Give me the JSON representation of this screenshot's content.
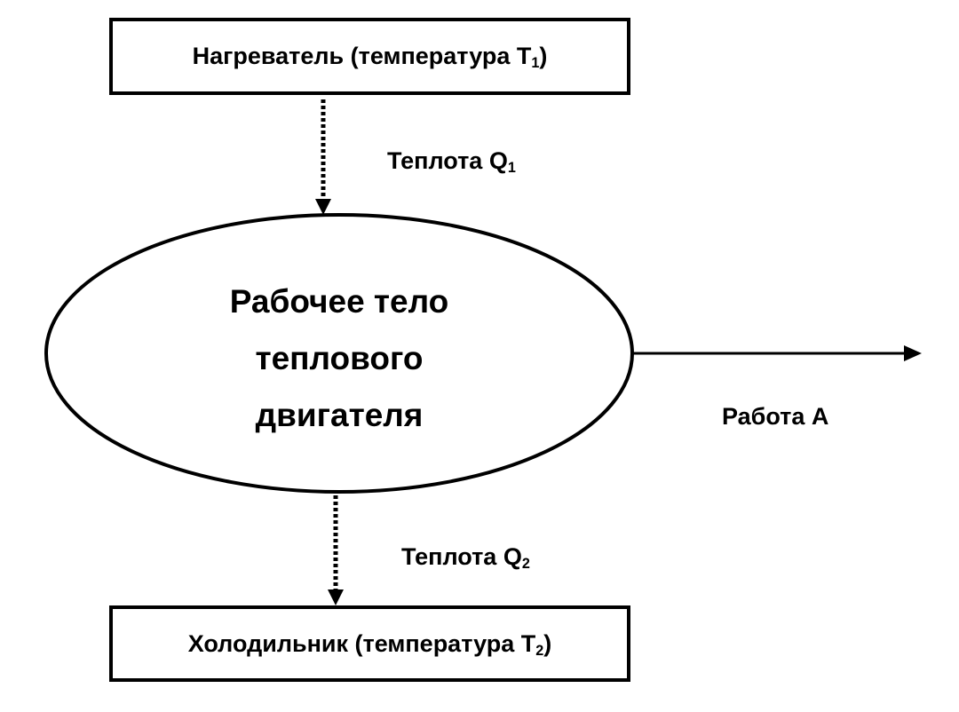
{
  "heater": {
    "label": "Нагреватель (температура T",
    "subscript": "1",
    "suffix": ")"
  },
  "heat_in": {
    "label": "Теплота Q",
    "subscript": "1"
  },
  "working_body": {
    "line1": "Рабочее тело",
    "line2": "теплового",
    "line3": "двигателя"
  },
  "work": {
    "label": "Работа А"
  },
  "heat_out": {
    "label": "Теплота Q",
    "subscript": "2"
  },
  "cooler": {
    "label": "Холодильник (температура T",
    "subscript": "2",
    "suffix": ")"
  }
}
